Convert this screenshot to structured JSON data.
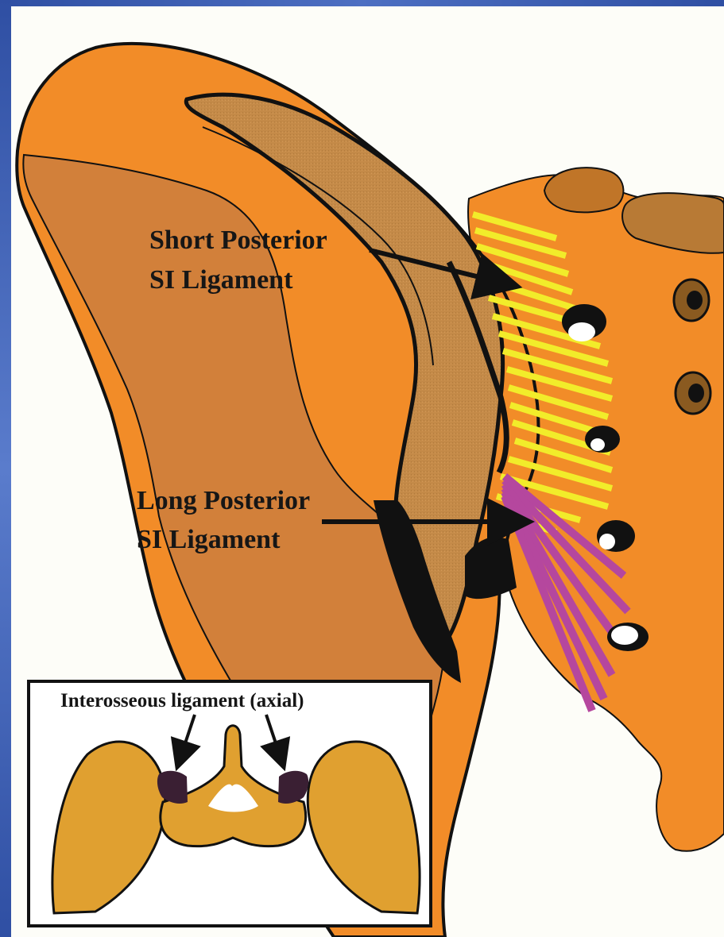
{
  "labels": {
    "short_posterior_line1": "Short Posterior",
    "short_posterior_line2": "SI Ligament",
    "long_posterior_line1": "Long Posterior",
    "long_posterior_line2": "SI Ligament",
    "inset_title": "Interosseous ligament (axial)"
  },
  "colors": {
    "bone_orange": "#f28c28",
    "ilium_shade": "#d2803a",
    "auricular_brown": "#c48a48",
    "ligament_yellow": "#f2ec2a",
    "ligament_magenta": "#b5479e",
    "outline": "#111111",
    "inset_bone": "#e0a030",
    "interosseous_dark": "#3a1f33",
    "frame_blue": "#3a5fb0"
  },
  "icons": [
    "arrow-icon"
  ]
}
